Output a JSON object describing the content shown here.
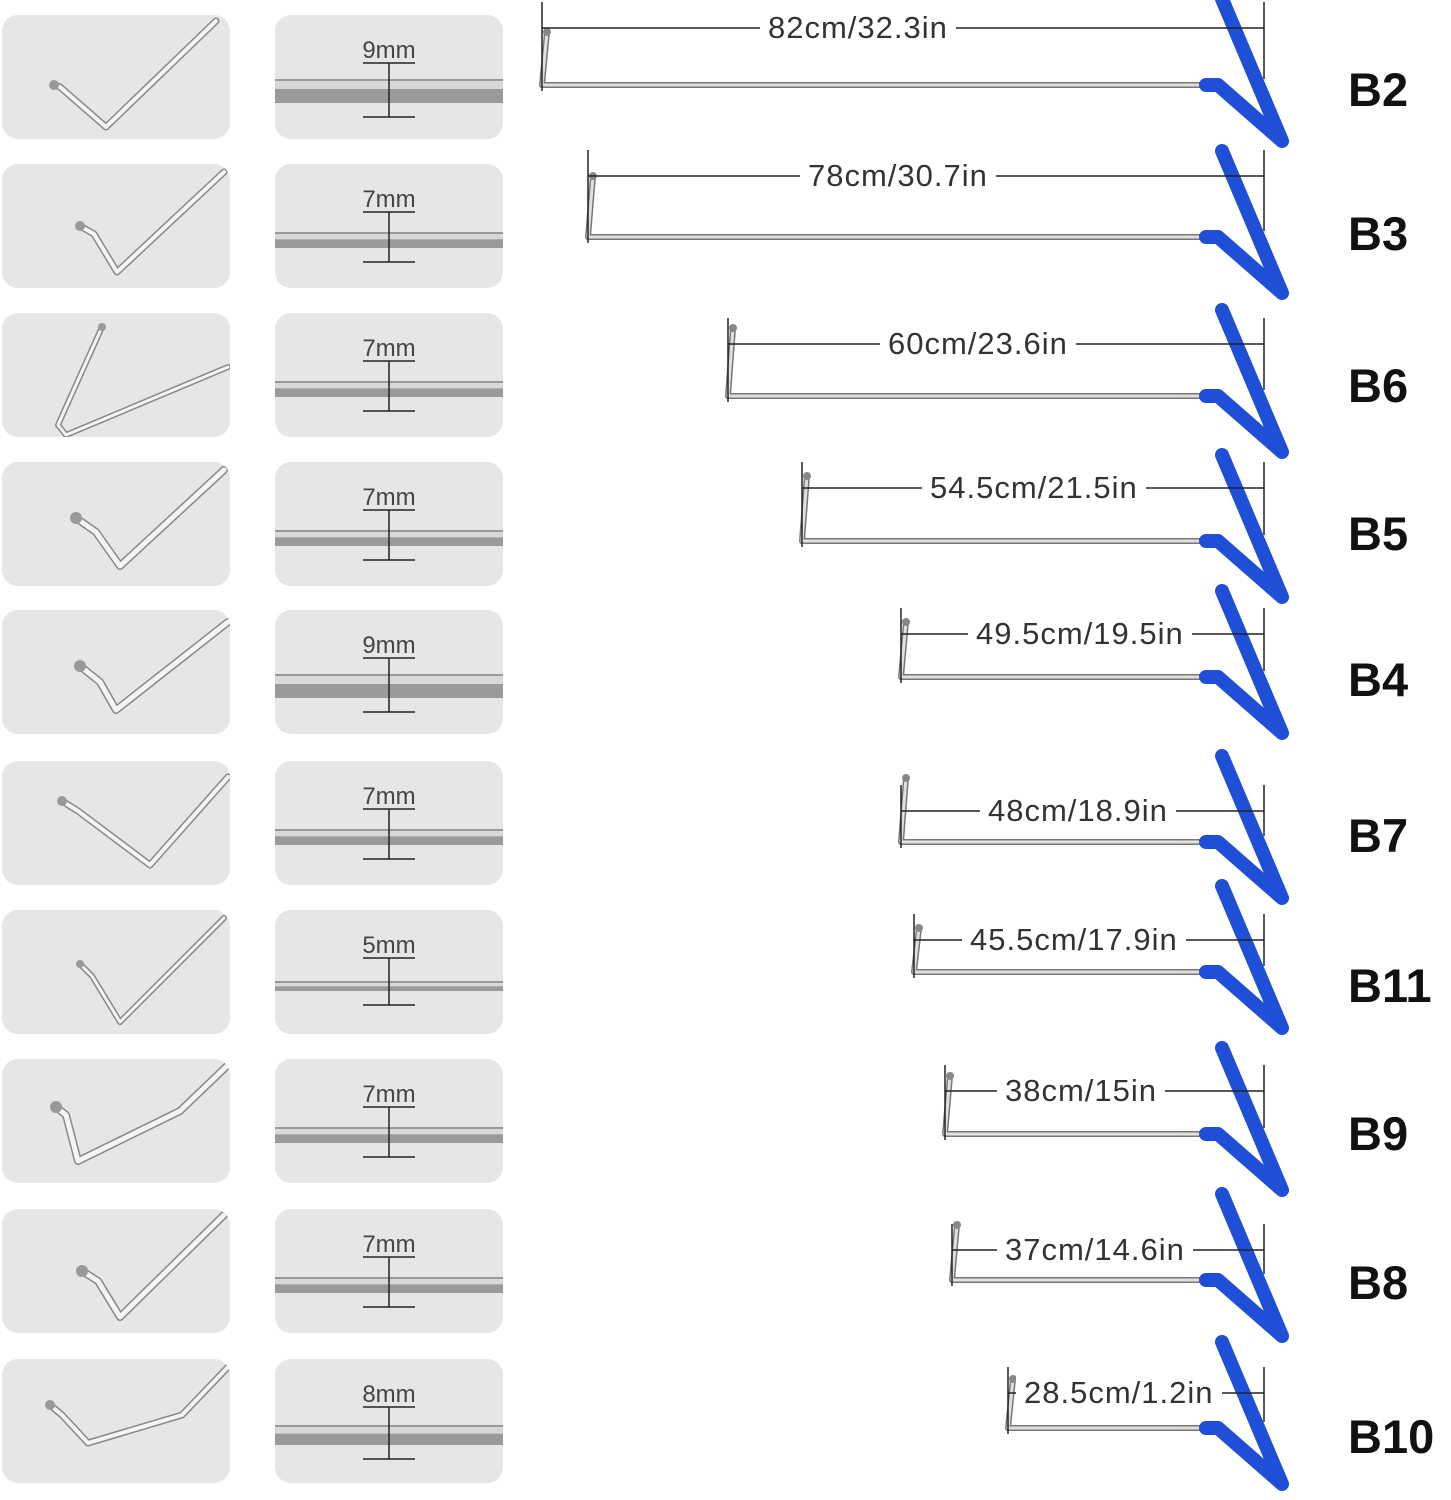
{
  "products": [
    {
      "model": "B2",
      "length": "82cm/32.3in",
      "diameter": "9mm"
    },
    {
      "model": "B3",
      "length": "78cm/30.7in",
      "diameter": "7mm"
    },
    {
      "model": "B6",
      "length": "60cm/23.6in",
      "diameter": "7mm"
    },
    {
      "model": "B5",
      "length": "54.5cm/21.5in",
      "diameter": "7mm"
    },
    {
      "model": "B4",
      "length": "49.5cm/19.5in",
      "diameter": "9mm"
    },
    {
      "model": "B7",
      "length": "48cm/18.9in",
      "diameter": "7mm"
    },
    {
      "model": "B11",
      "length": "45.5cm/17.9in",
      "diameter": "5mm"
    },
    {
      "model": "B9",
      "length": "38cm/15in",
      "diameter": "7mm"
    },
    {
      "model": "B8",
      "length": "37cm/14.6in",
      "diameter": "7mm"
    },
    {
      "model": "B10",
      "length": "28.5cm/1.2in",
      "diameter": "8mm"
    }
  ],
  "colors": {
    "handle": "#1f4fd6",
    "rod": "#b8b8b8",
    "card_background": "#e6e6e6",
    "text": "#111111"
  },
  "icons": {
    "tip": "hook-tip-icon",
    "rod_section": "rod-diameter-icon",
    "handle": "handle-icon"
  }
}
